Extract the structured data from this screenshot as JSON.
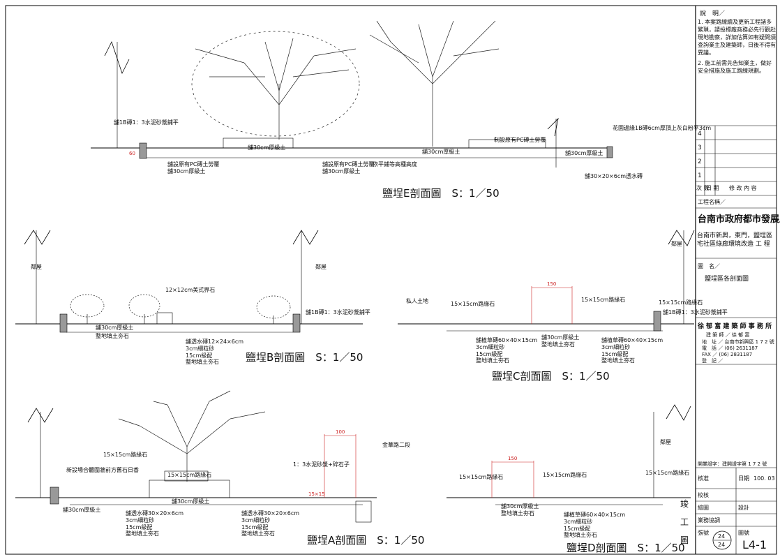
{
  "notes": {
    "heading": "說　明／",
    "items": [
      "1. 本案路線續及更新工程諸多繁瑣，請投標廠商務必先行觀赴現地勘察，詳加估算如有疑問須查詢業主及建築師，日後不得有異議。",
      "2. 施工前需先告知業主，做好安全措施及施工路線規劃。"
    ]
  },
  "revisions": {
    "rows": [
      "4",
      "3",
      "2",
      "1"
    ],
    "header_no": "次 數",
    "header_date": "日 期",
    "header_content": "修 改 內 容"
  },
  "project": {
    "label": "工程名稱／",
    "owner": "台南市政府都市發展局",
    "name": "台南市新興，東門，鹽埕區宅社區綠廊環境改造",
    "name_suffix": "工 程"
  },
  "drawing_name": {
    "label": "圖　名／",
    "value": "鹽埕區各剖面圖"
  },
  "firm": {
    "name": "徐 郁 富 建 築 師 事 務 所",
    "architect": "建 築 師 ／ 徐 郁 富",
    "address": "地　址 ／ 台南市新興區 1 7 2 號",
    "tel": "電　話 ／ (06) 2631187",
    "fax": "FAX ／ (06) 2831187",
    "reg": "登　記 ／"
  },
  "license": "開業證字：建開證字第 1 7 2 號",
  "approval": {
    "check": "核准",
    "date_label": "日期",
    "date": "100. 03",
    "review": "校核",
    "drawn": "繪圖",
    "design": "設計",
    "supervisor": "業務協調",
    "stage": [
      "竣",
      "工",
      "圖"
    ],
    "sheet_label": "張號",
    "sheet_num": "24",
    "sheet_total": "24",
    "drawing_no_label": "圖號",
    "drawing_no": "L4-1"
  },
  "sections": {
    "E": {
      "title": "鹽埕E剖面圖　S：1／50",
      "labels": [
        "舖1B磚1：3水泥砂漿鋪平",
        "舖30cm厚級土",
        "舖設原有PC磚土勞覆",
        "舖30cm厚級土",
        "舖設原有PC磚土勞覆",
        "舖30cm厚級土",
        "依平鋪等高種高度",
        "舖30cm厚級土",
        "制設原有PC磚土勞覆",
        "舖30cm厚級土",
        "花園邊緣1B磚6cm厚頂上灰白粉平3cm",
        "舖30×20×6cm透水磚"
      ],
      "dims": [
        "60"
      ]
    },
    "B": {
      "title": "鹽埕B剖面圖　S：1／50",
      "labels": [
        "鄰屋",
        "鄰屋",
        "12×12cm美式界石",
        "舖1B磚1：3水泥砂漿鋪平",
        "舖30cm厚級土",
        "整地填土夯石",
        "舖透水磚12×24×6cm",
        "3cm細粒砂",
        "15cm級配",
        "整地填土夯石"
      ]
    },
    "C": {
      "title": "鹽埕C剖面圖　S：1／50",
      "labels": [
        "鄰屋",
        "私人土地",
        "15×15cm路緣石",
        "15×15cm路緣石",
        "15×15cm路緣石",
        "舖1B磚1：3水泥砂漿鋪平",
        "舖30cm厚級土",
        "整地填土夯石",
        "舖植草磚60×40×15cm",
        "3cm細粒砂",
        "15cm級配",
        "整地填土夯石",
        "舖植草磚60×40×15cm",
        "3cm細粒砂",
        "15cm級配",
        "整地填土夯石"
      ],
      "dims": [
        "150"
      ]
    },
    "A": {
      "title": "鹽埕A剖面圖　S：1／50",
      "labels": [
        "15×15cm路緣石",
        "15×15cm路緣石",
        "新設場合體圍牆前方舊石日香",
        "舖30cm厚級土",
        "舖30cm厚級土",
        "1：3水泥砂漿+碎石子",
        "舖透水磚30×20×6cm",
        "3cm細粒砂",
        "15cm級配",
        "整地填土夯石",
        "舖透水磚30×20×6cm",
        "3cm細粒砂",
        "15cm級配",
        "整地填土夯石",
        "金華路二段"
      ],
      "dims": [
        "100",
        "15×15"
      ]
    },
    "D": {
      "title": "鹽埕D剖面圖　S：1／50",
      "labels": [
        "鄰屋",
        "15×15cm路緣石",
        "15×15cm路緣石",
        "15×15cm路緣石",
        "舖30cm厚級土",
        "整地填土夯石",
        "舖植草磚60×40×15cm",
        "3cm細粒砂",
        "15cm級配",
        "整地填土夯石"
      ],
      "dims": [
        "150"
      ]
    }
  }
}
